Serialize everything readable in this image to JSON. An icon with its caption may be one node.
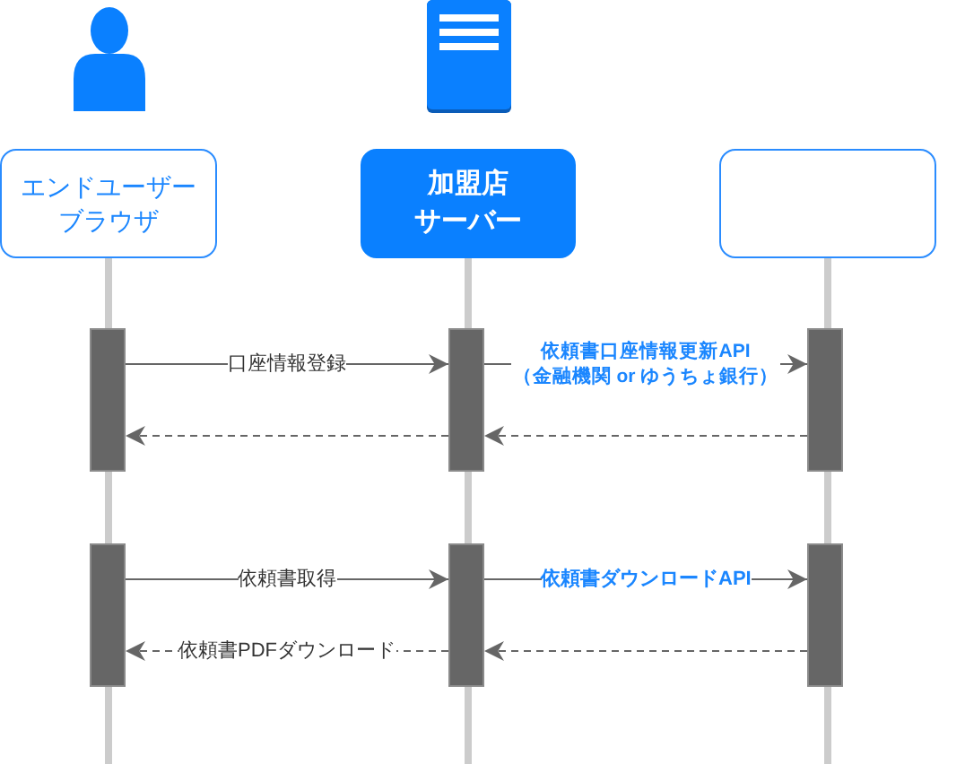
{
  "diagram": {
    "nodes": [
      {
        "text": [
          "エンドユーザーブラウザ"
        ]
      },
      {
        "text": [
          "加盟店サーバー"
        ]
      },
      {
        "text": [],
        "shape": "box"
      },
      {
        "text": [],
        "shape": "bar"
      },
      {
        "text": [],
        "shape": "bar"
      },
      {
        "text": [],
        "shape": "bar"
      },
      {
        "text": [],
        "shape": "bar"
      },
      {
        "text": [],
        "shape": "bar"
      },
      {
        "text": [],
        "shape": "bar"
      }
    ],
    "edges": [
      {
        "from": 3,
        "to": 4,
        "arrow": "to",
        "label": "口座情報登録"
      },
      {
        "from": 4,
        "to": 5,
        "arrow": "to",
        "label": "依頼書口座情報更新API（金融機関 or ゆうちょ銀行）"
      },
      {
        "from": 5,
        "to": 4,
        "arrow": "to",
        "style": "dashed"
      },
      {
        "from": 4,
        "to": 3,
        "arrow": "to",
        "style": "dashed"
      },
      {
        "from": 6,
        "to": 7,
        "arrow": "to",
        "label": "依頼書取得"
      },
      {
        "from": 7,
        "to": 8,
        "arrow": "to",
        "label": "依頼書ダウンロードAPI"
      },
      {
        "from": 8,
        "to": 7,
        "arrow": "to",
        "style": "dashed"
      },
      {
        "from": 7,
        "to": 6,
        "arrow": "to",
        "style": "dashed",
        "label": "依頼書PDFダウンロード"
      }
    ]
  }
}
